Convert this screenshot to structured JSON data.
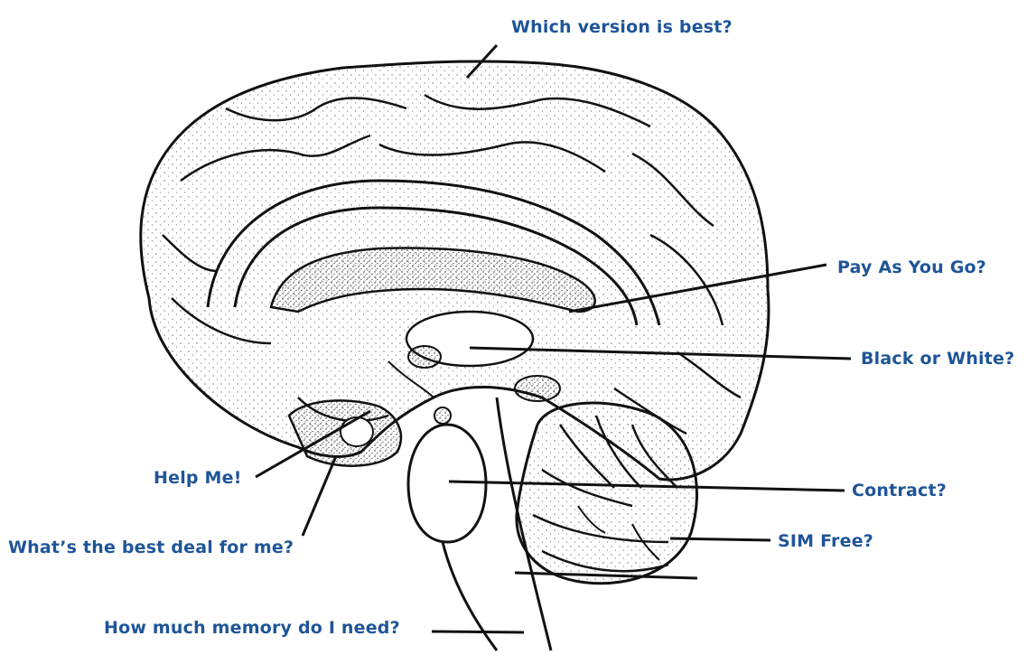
{
  "theme": {
    "label_color": "#1f5598",
    "line_color": "#111111",
    "stipple_color": "#222222"
  },
  "labels": {
    "version": "Which version is best?",
    "payg": "Pay As You Go?",
    "black_white": "Black or White?",
    "help": "Help Me!",
    "contract": "Contract?",
    "sim_free": "SIM Free?",
    "best_deal": "What’s the best deal for me?",
    "memory": "How much memory do I need?"
  }
}
